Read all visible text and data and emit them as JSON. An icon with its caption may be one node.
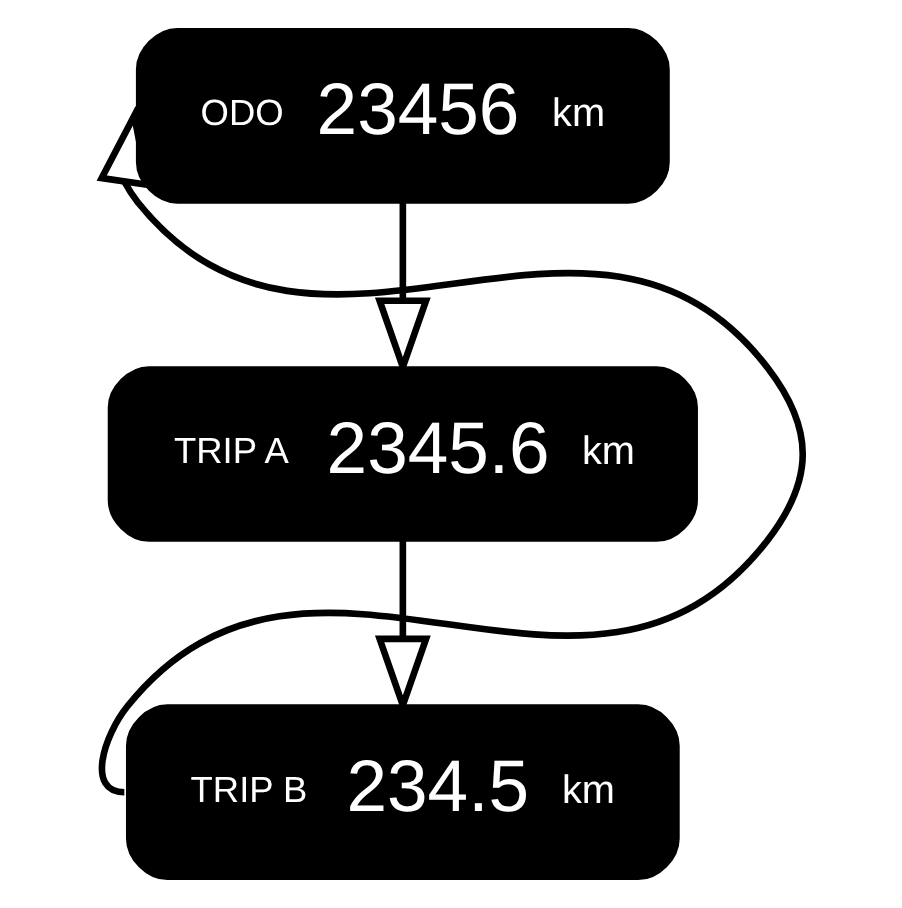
{
  "diagram": {
    "nodes": [
      {
        "text": [
          "ODO",
          "23456",
          "km"
        ]
      },
      {
        "text": [
          "TRIP A",
          "2345.6",
          "km"
        ]
      },
      {
        "text": [
          "TRIP B",
          "234.5",
          "km"
        ]
      }
    ],
    "edges": [
      {
        "from": 0,
        "to": 1,
        "arrow": "to"
      },
      {
        "from": 1,
        "to": 2,
        "arrow": "to"
      },
      {
        "from": 2,
        "to": 0,
        "arrow": "to"
      }
    ]
  }
}
